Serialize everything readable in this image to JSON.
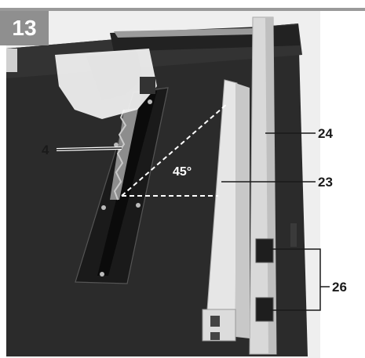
{
  "figure": {
    "number": "13",
    "angle_label": "45°"
  },
  "callouts": {
    "blade": "4",
    "fence_rear": "24",
    "fence_front": "23",
    "clamps": "26"
  },
  "colors": {
    "table_top": "#2b2b2b",
    "fence": "#d9d9d9",
    "badge": "#8f8f8f",
    "leader": "#1a1a1a"
  }
}
